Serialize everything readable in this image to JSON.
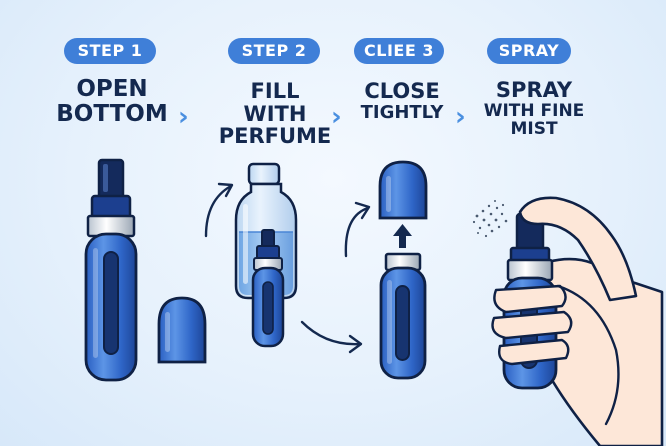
{
  "steps": [
    {
      "badge": "STEP 1",
      "title": [
        "OPEN",
        "BOTTOM"
      ]
    },
    {
      "badge": "STEP 2",
      "title": [
        "FILL",
        "WITH",
        "PERFUME"
      ]
    },
    {
      "badge": "CLIEE 3",
      "title": [
        "CLOSE",
        "TIGHTLY"
      ]
    },
    {
      "badge": "SPRAY",
      "title": [
        "SPRAY",
        "WITH FINE",
        "MIST"
      ]
    }
  ],
  "icons": {
    "step_separator": "chevron-right-icon",
    "move_arrow": "curved-arrow-icon",
    "cap_direction": "arrow-up-icon"
  },
  "colors": {
    "background": "#e6f1fc",
    "badge": "#3f7fd8",
    "title": "#14294f",
    "atomizer_body": "#2f66c8",
    "atomizer_dark": "#1c3f8f",
    "outline": "#0f2145",
    "bottle_glass": "#cfe3f7",
    "perfume_liquid": "#7fb2ea",
    "chevron": "#4a8fe0",
    "skin": "#fde7d8"
  }
}
